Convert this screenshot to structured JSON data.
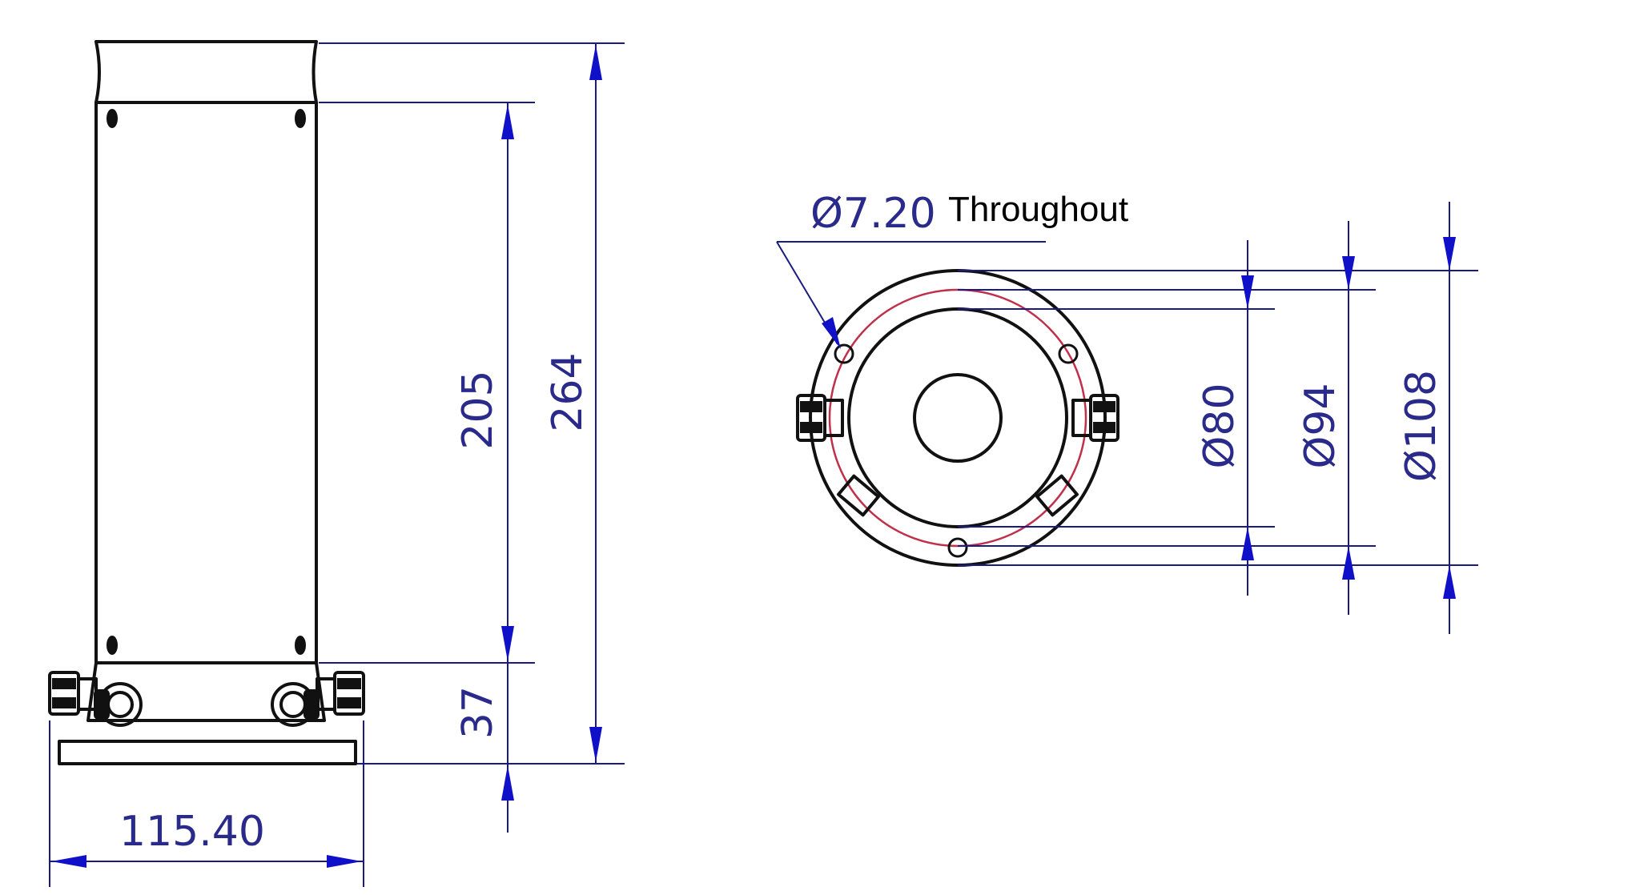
{
  "dimensions": {
    "total_height": "264",
    "body_height": "205",
    "base_height": "37",
    "overall_width": "115.40",
    "diameter_inner": "Ø80",
    "diameter_middle": "Ø94",
    "diameter_outer": "Ø108",
    "hole_diameter": "Ø7.20"
  },
  "labels": {
    "hole_note": "Throughout"
  },
  "colors": {
    "dimension_line": "#1a1a80",
    "arrow": "#1010c8",
    "bolt_circle": "#c0304a"
  }
}
